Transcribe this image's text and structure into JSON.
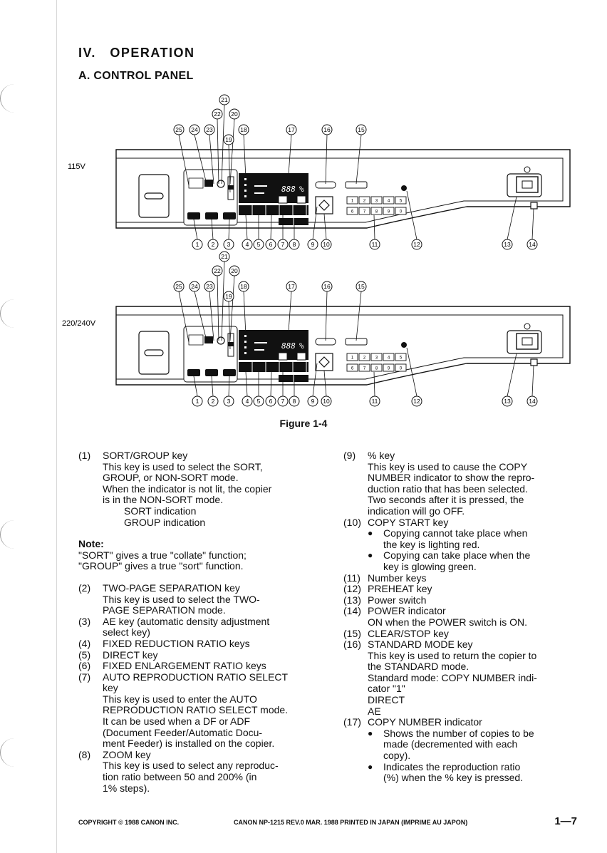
{
  "section": {
    "number": "IV.",
    "title": "OPERATION"
  },
  "subsection": {
    "label": "A.",
    "title": "CONTROL PANEL"
  },
  "panels": [
    {
      "voltage": "115V",
      "display": "888"
    },
    {
      "voltage": "220/240V",
      "display": "888"
    }
  ],
  "callouts_top": [
    "25",
    "24",
    "23",
    "22",
    "21",
    "20",
    "19",
    "18",
    "17",
    "16",
    "15"
  ],
  "callouts_bottom": [
    "1",
    "2",
    "3",
    "4",
    "5",
    "6",
    "7",
    "8",
    "9",
    "10",
    "11",
    "12",
    "13",
    "14"
  ],
  "number_keys": [
    "1",
    "2",
    "3",
    "4",
    "5",
    "6",
    "7",
    "8",
    "9",
    "0"
  ],
  "figure_caption": "Figure 1-4",
  "left_column": [
    {
      "type": "item",
      "label": "(1)",
      "text": "SORT/GROUP key"
    },
    {
      "type": "line",
      "text": "This key is used to select the SORT,"
    },
    {
      "type": "line",
      "text": "GROUP, or NON-SORT mode."
    },
    {
      "type": "line",
      "text": "When the indicator is not lit, the copier"
    },
    {
      "type": "line",
      "text": "is in the NON-SORT mode."
    },
    {
      "type": "indent",
      "text": "SORT indication"
    },
    {
      "type": "indent",
      "text": "GROUP indication"
    },
    {
      "type": "gap"
    },
    {
      "type": "note",
      "text": "Note:"
    },
    {
      "type": "plain",
      "text": "\"SORT\" gives a true \"collate\" function;"
    },
    {
      "type": "plain",
      "text": "\"GROUP\" gives a true \"sort\" function."
    },
    {
      "type": "gap"
    },
    {
      "type": "item",
      "label": "(2)",
      "text": "TWO-PAGE SEPARATION key"
    },
    {
      "type": "line",
      "text": "This key is used to select the TWO-"
    },
    {
      "type": "line",
      "text": "PAGE SEPARATION mode."
    },
    {
      "type": "item",
      "label": "(3)",
      "text": "AE key (automatic density adjustment"
    },
    {
      "type": "line",
      "text": "select key)"
    },
    {
      "type": "item",
      "label": "(4)",
      "text": "FIXED REDUCTION RATIO keys"
    },
    {
      "type": "item",
      "label": "(5)",
      "text": "DIRECT key"
    },
    {
      "type": "item",
      "label": "(6)",
      "text": "FIXED ENLARGEMENT RATIO keys"
    },
    {
      "type": "item",
      "label": "(7)",
      "text": "AUTO REPRODUCTION RATIO SELECT"
    },
    {
      "type": "line",
      "text": "key"
    },
    {
      "type": "line",
      "text": "This key is used to enter the AUTO"
    },
    {
      "type": "line",
      "text": "REPRODUCTION RATIO SELECT mode."
    },
    {
      "type": "line",
      "text": "It can be used when a DF or ADF"
    },
    {
      "type": "line",
      "text": "(Document Feeder/Automatic Docu-"
    },
    {
      "type": "line",
      "text": "ment Feeder) is installed on the copier."
    },
    {
      "type": "item",
      "label": "(8)",
      "text": "ZOOM key"
    },
    {
      "type": "line",
      "text": "This key is used to select any reproduc-"
    },
    {
      "type": "line",
      "text": "tion ratio between 50 and 200% (in"
    },
    {
      "type": "line",
      "text": "1% steps)."
    }
  ],
  "right_column": [
    {
      "type": "item",
      "label": "(9)",
      "text": "% key"
    },
    {
      "type": "line",
      "text": "This key is used to cause the COPY"
    },
    {
      "type": "line",
      "text": "NUMBER indicator to show the repro-"
    },
    {
      "type": "line",
      "text": "duction ratio that has been selected."
    },
    {
      "type": "line",
      "text": "Two seconds after it is pressed, the"
    },
    {
      "type": "line",
      "text": "indication will go OFF."
    },
    {
      "type": "item",
      "label": "(10)",
      "text": "COPY START key"
    },
    {
      "type": "bullet",
      "text": "Copying cannot take place when"
    },
    {
      "type": "bline",
      "text": "the key is lighting red."
    },
    {
      "type": "bullet",
      "text": "Copying can take place when the"
    },
    {
      "type": "bline",
      "text": "key is glowing green."
    },
    {
      "type": "item",
      "label": "(11)",
      "text": "Number keys"
    },
    {
      "type": "item",
      "label": "(12)",
      "text": "PREHEAT key"
    },
    {
      "type": "item",
      "label": "(13)",
      "text": "Power switch"
    },
    {
      "type": "item",
      "label": "(14)",
      "text": "POWER indicator"
    },
    {
      "type": "line",
      "text": "ON when the POWER switch is ON."
    },
    {
      "type": "item",
      "label": "(15)",
      "text": "CLEAR/STOP key"
    },
    {
      "type": "item",
      "label": "(16)",
      "text": "STANDARD MODE key"
    },
    {
      "type": "line",
      "text": "This key is used to return the copier to"
    },
    {
      "type": "line",
      "text": "the STANDARD mode."
    },
    {
      "type": "line",
      "text": "Standard mode: COPY NUMBER indi-"
    },
    {
      "type": "line",
      "text": "cator \"1\""
    },
    {
      "type": "line",
      "text": "DIRECT"
    },
    {
      "type": "line",
      "text": "AE"
    },
    {
      "type": "item",
      "label": "(17)",
      "text": "COPY NUMBER indicator"
    },
    {
      "type": "bullet",
      "text": "Shows the number of copies to be"
    },
    {
      "type": "bline",
      "text": "made (decremented with each"
    },
    {
      "type": "bline",
      "text": "copy)."
    },
    {
      "type": "bullet",
      "text": "Indicates the reproduction ratio"
    },
    {
      "type": "bline",
      "text": "(%) when the % key is pressed."
    }
  ],
  "footer": {
    "copyright": "COPYRIGHT © 1988 CANON INC.",
    "doc": "CANON NP-1215 REV.0 MAR. 1988 PRINTED IN JAPAN (IMPRIME AU JAPON)",
    "page": "1—7"
  }
}
